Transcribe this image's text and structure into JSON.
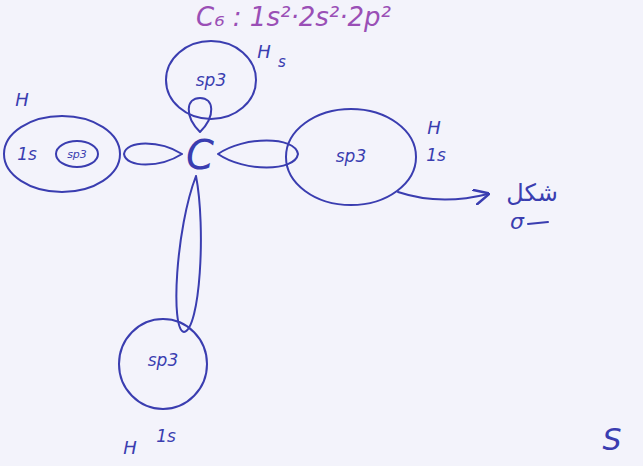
{
  "diagram": {
    "title": "C₆ : 1s²·2s²·2p²",
    "nodes": [
      {
        "text": [
          "sp3"
        ]
      },
      {
        "text": [
          "1s",
          "sp3"
        ]
      },
      {
        "text": [
          "sp3"
        ]
      },
      {
        "text": [
          "sp3"
        ]
      }
    ],
    "labels": [
      "H",
      "s",
      "H",
      "C",
      "H",
      "1s",
      "H",
      "1s",
      "شكل",
      "σ",
      "S"
    ]
  }
}
